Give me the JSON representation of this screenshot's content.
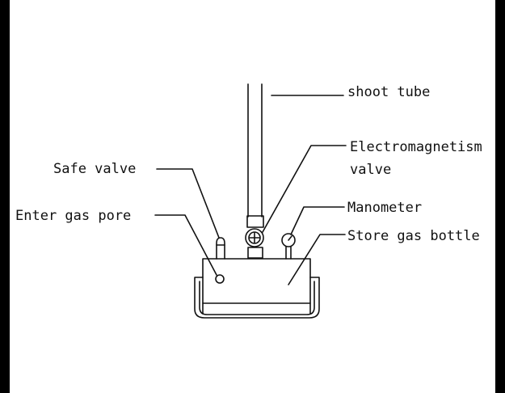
{
  "diagram": {
    "labels": {
      "shoot_tube": "shoot tube",
      "electromagnetism_line1": "Electromagnetism",
      "electromagnetism_line2": "valve",
      "safe_valve": "Safe valve",
      "manometer": "Manometer",
      "enter_gas_pore": "Enter gas pore",
      "store_gas_bottle": "Store gas bottle"
    },
    "colors": {
      "background": "#ffffff",
      "frame": "#000000",
      "line": "#111111"
    }
  }
}
